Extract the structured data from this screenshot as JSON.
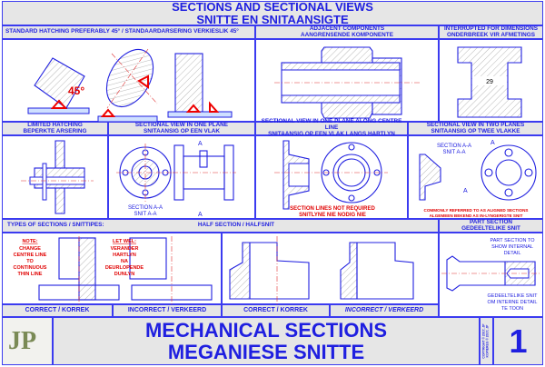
{
  "title": {
    "line1": "SECTIONS AND SECTIONAL VIEWS",
    "line2": "SNITTE EN SNITAANSIGTE"
  },
  "row1": {
    "hatching": {
      "header": "STANDARD HATCHING PREFERABLY 45° / STANDAARDARSERING VERKIESLIK 45°",
      "angle_label": "45°"
    },
    "adjacent": {
      "line1": "ADJACENT COMPONENTS",
      "line2": "AANGRENSENDE KOMPONENTE"
    },
    "interrupted": {
      "line1": "INTERRUPTED FOR DIMENSIONS",
      "line2": "ONDERBREEK VIR AFMETINGS",
      "dimension": "29"
    }
  },
  "row2": {
    "limited": {
      "line1": "LIMITED HATCHING",
      "line2": "BEPERKTE ARSERING"
    },
    "one_plane": {
      "line1": "SECTIONAL VIEW IN ONE PLANE",
      "line2": "SNITAANSIG OP EEN VLAK",
      "section_label1": "SECTION A-A",
      "section_label2": "SNIT A-A",
      "cut_mark": "A"
    },
    "centre_line": {
      "line1": "SECTIONAL VIEW IN ONE PLANE ALONG CENTRE LINE",
      "line2": "SNITAANSIG OP EEN VLAK LANGS HARTLYN",
      "note1": "SECTION LINES NOT REQUIRED",
      "note2": "SNITLYNE NIE NODIG NIE"
    },
    "two_planes": {
      "line1": "SECTIONAL VIEW IN TWO PLANES",
      "line2": "SNITAANSIG OP TWEE VLAKKE",
      "section_label1": "SECTION A-A",
      "section_label2": "SNIT A-A",
      "cut_mark": "A",
      "note1": "COMMONLY REFERRED TO AS ALIGNED SECTIONS",
      "note2": "ALGEMEEN BEKEND AS IN-LYNGERIGTE SNIT"
    }
  },
  "row3": {
    "types_header": "TYPES OF SECTIONS / SNITTIPES:",
    "half_header": "HALF SECTION / HALFSNIT",
    "note_en": {
      "title": "NOTE:",
      "lines": [
        "CHANGE",
        "CENTRE LINE",
        "TO",
        "CONTINUOUS",
        "THIN LINE"
      ]
    },
    "note_af": {
      "title": "LET WEL:",
      "lines": [
        "VERANDER",
        "HARTLYN",
        "NA",
        "DEURLOPENDE",
        "DUNLYN"
      ]
    },
    "captions": [
      "CORRECT / KORREK",
      "INCORRECT / VERKEERD",
      "CORRECT / KORREK",
      "INCORRECT / VERKEERD"
    ],
    "part": {
      "line1": "PART SECTION",
      "line2": "GEDEELTELIKE SNIT",
      "top": [
        "PART SECTION TO",
        "SHOW INTERNAL",
        "DETAIL"
      ],
      "bottom": [
        "GEDEELTELIKE SNIT",
        "OM INTERNE DETAIL",
        "TE TOON"
      ]
    }
  },
  "footer": {
    "logo": "JP",
    "title1": "MECHANICAL SECTIONS",
    "title2": "MEGANIESE SNITTE",
    "copyright1": "COPYRIGHT © 2017, JP",
    "copyright2": "KOPIEREG © 2017, JP",
    "sheet_number": "1"
  },
  "colors": {
    "blue": "#2020e0",
    "red": "#e00000",
    "band": "#e6e6e6"
  }
}
